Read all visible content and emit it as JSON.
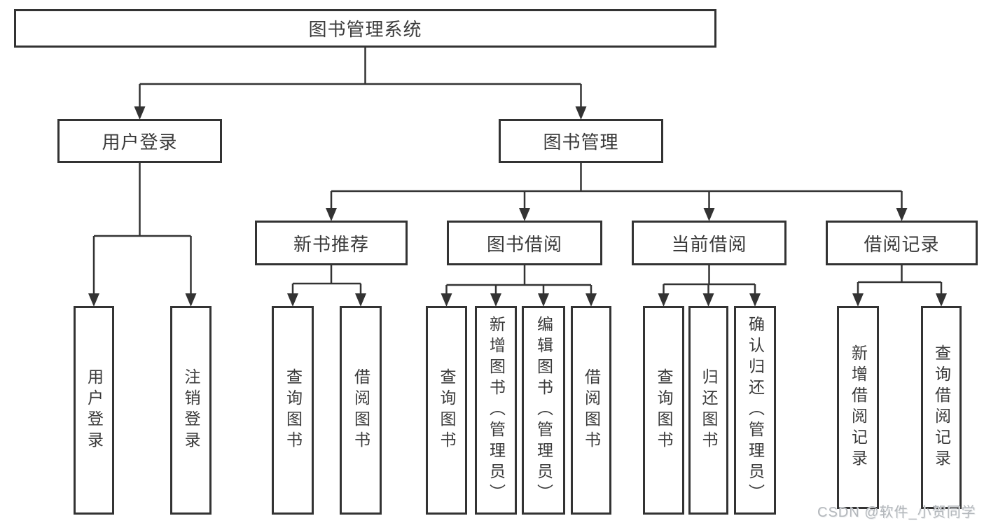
{
  "colors": {
    "line": "#333333",
    "text": "#3a3a3a",
    "background": "#ffffff",
    "watermark": "#b4b8bc"
  },
  "watermark": {
    "text": "CSDN @软件_小贺同学"
  },
  "diagram": {
    "title": "图书管理系统",
    "nodes": [
      {
        "id": "root",
        "label": "图书管理系统",
        "parent": null,
        "orient": "h"
      },
      {
        "id": "user-login",
        "label": "用户登录",
        "parent": "root",
        "orient": "h"
      },
      {
        "id": "book-mgmt",
        "label": "图书管理",
        "parent": "root",
        "orient": "h"
      },
      {
        "id": "new-book",
        "label": "新书推荐",
        "parent": "book-mgmt",
        "orient": "h"
      },
      {
        "id": "book-borrow",
        "label": "图书借阅",
        "parent": "book-mgmt",
        "orient": "h"
      },
      {
        "id": "current-borrow",
        "label": "当前借阅",
        "parent": "book-mgmt",
        "orient": "h"
      },
      {
        "id": "borrow-records",
        "label": "借阅记录",
        "parent": "book-mgmt",
        "orient": "h"
      },
      {
        "id": "user-login-op",
        "label": "用户登录",
        "parent": "user-login",
        "orient": "v"
      },
      {
        "id": "logout-op",
        "label": "注销登录",
        "parent": "user-login",
        "orient": "v"
      },
      {
        "id": "query-books-a",
        "label": "查询图书",
        "parent": "new-book",
        "orient": "v"
      },
      {
        "id": "borrow-books-a",
        "label": "借阅图书",
        "parent": "new-book",
        "orient": "v"
      },
      {
        "id": "query-books-b",
        "label": "查询图书",
        "parent": "book-borrow",
        "orient": "v"
      },
      {
        "id": "add-book-admin",
        "label": "新增图书（管理员）",
        "parent": "book-borrow",
        "orient": "v"
      },
      {
        "id": "edit-book-admin",
        "label": "编辑图书（管理员）",
        "parent": "book-borrow",
        "orient": "v"
      },
      {
        "id": "borrow-books-b",
        "label": "借阅图书",
        "parent": "book-borrow",
        "orient": "v"
      },
      {
        "id": "query-books-c",
        "label": "查询图书",
        "parent": "current-borrow",
        "orient": "v"
      },
      {
        "id": "return-books",
        "label": "归还图书",
        "parent": "current-borrow",
        "orient": "v"
      },
      {
        "id": "confirm-return-admin",
        "label": "确认归还（管理员）",
        "parent": "current-borrow",
        "orient": "v"
      },
      {
        "id": "add-borrow-record",
        "label": "新增借阅记录",
        "parent": "borrow-records",
        "orient": "v"
      },
      {
        "id": "query-borrow-record",
        "label": "查询借阅记录",
        "parent": "borrow-records",
        "orient": "v"
      }
    ]
  }
}
